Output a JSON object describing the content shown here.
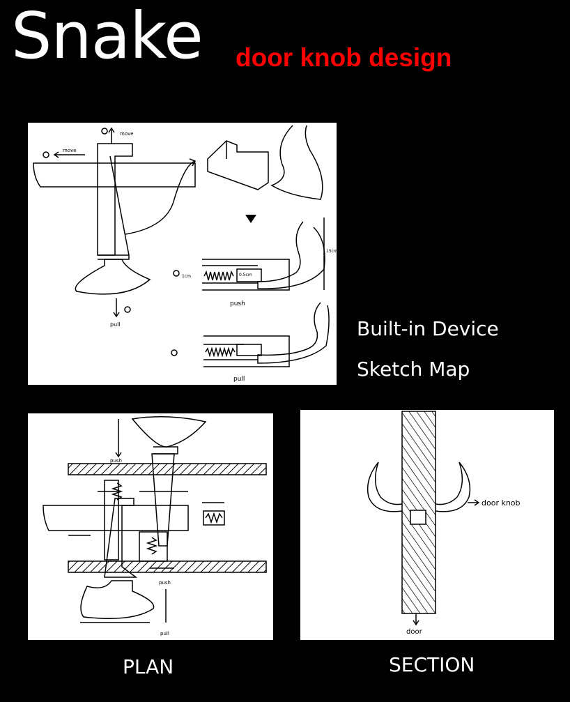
{
  "title": "Snake",
  "subtitle": "door knob design",
  "device_caption": [
    "Built-in Device",
    "Sketch Map"
  ],
  "plan_caption": "PLAN",
  "section_caption": "SECTION",
  "sketch_labels": {
    "move_up": "move",
    "move_left": "move",
    "pull": "pull",
    "push": "push",
    "push2": "push",
    "pull2": "pull",
    "dim_left": "1cm",
    "dim_gap": "0.5cm",
    "dim_right": "15cm",
    "door_knob": "door knob",
    "door": "door"
  }
}
